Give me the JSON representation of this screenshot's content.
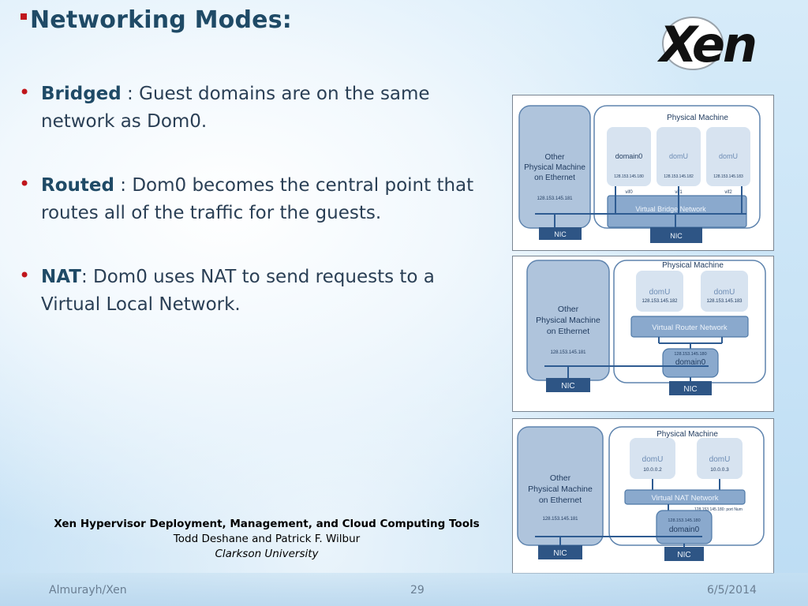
{
  "slide": {
    "title": "Networking Modes:",
    "logo_text": "Xen"
  },
  "bullets": [
    {
      "term": "Bridged",
      "text": " : Guest domains are on the same network as Dom0."
    },
    {
      "term": "Routed",
      "text": " : Dom0 becomes the central point that routes all of the traffic for the guests."
    },
    {
      "term": "NAT",
      "text": ": Dom0 uses NAT to send requests to a Virtual Local Network."
    }
  ],
  "citation": {
    "title": "Xen Hypervisor Deployment, Management, and Cloud Computing Tools",
    "authors": "Todd Deshane and Patrick F. Wilbur",
    "org": "Clarkson University"
  },
  "footer": {
    "left": "Almurayh/Xen",
    "page": "29",
    "date": "6/5/2014"
  },
  "diagrams": {
    "bridged": {
      "physical_machine": "Physical Machine",
      "other_l1": "Other",
      "other_l2": "Physical Machine",
      "other_l3": "on Ethernet",
      "other_ip": "128.153.145.181",
      "domain0": "domain0",
      "domain0_ip": "128.153.145.180",
      "domU1": "domU",
      "domU1_ip": "128.153.145.182",
      "domU2": "domU",
      "domU2_ip": "128.153.145.183",
      "vif0": "vif0",
      "vif1": "vif1",
      "vif2": "vif2",
      "network": "Virtual Bridge Network",
      "nic_left": "NIC",
      "nic_right": "NIC"
    },
    "routed": {
      "physical_machine": "Physical Machine",
      "other_l1": "Other",
      "other_l2": "Physical Machine",
      "other_l3": "on Ethernet",
      "other_ip": "128.153.145.181",
      "domU1": "domU",
      "domU1_ip": "128.153.145.182",
      "domU2": "domU",
      "domU2_ip": "128.153.145.183",
      "network": "Virtual Router Network",
      "domain0": "domain0",
      "domain0_ip": "128.153.145.180",
      "nic_left": "NIC",
      "nic_right": "NIC"
    },
    "nat": {
      "physical_machine": "Physical Machine",
      "other_l1": "Other",
      "other_l2": "Physical Machine",
      "other_l3": "on Ethernet",
      "other_ip": "128.153.145.181",
      "domU1": "domU",
      "domU1_ip": "10.0.0.2",
      "domU2": "domU",
      "domU2_ip": "10.0.0.3",
      "network": "Virtual NAT Network",
      "port_note": "128.153.145.180: port Num",
      "domain0": "domain0",
      "domain0_ip": "128.153.145.180",
      "nic_left": "NIC",
      "nic_right": "NIC"
    }
  }
}
